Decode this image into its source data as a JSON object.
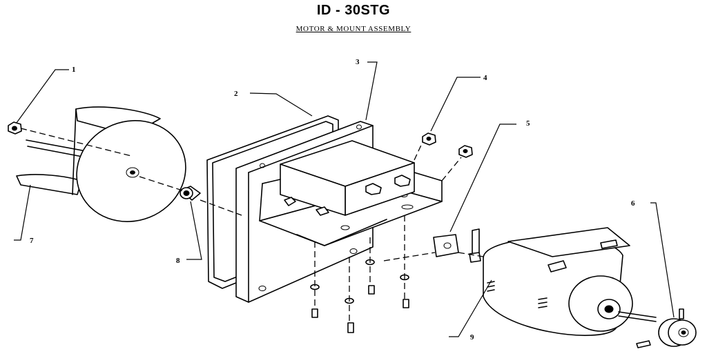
{
  "header": {
    "title": "ID - 30STG",
    "subtitle": "MOTOR & MOUNT ASSEMBLY"
  },
  "callouts": [
    {
      "id": "1",
      "label": "1"
    },
    {
      "id": "2",
      "label": "2"
    },
    {
      "id": "3",
      "label": "3"
    },
    {
      "id": "4",
      "label": "4"
    },
    {
      "id": "5",
      "label": "5"
    },
    {
      "id": "6",
      "label": "6"
    },
    {
      "id": "7",
      "label": "7"
    },
    {
      "id": "8",
      "label": "8"
    },
    {
      "id": "9",
      "label": "9"
    }
  ]
}
